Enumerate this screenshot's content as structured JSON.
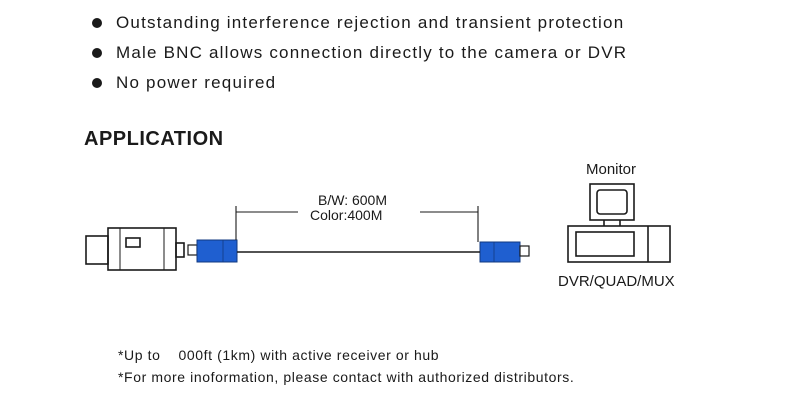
{
  "features": [
    "Outstanding interference rejection and transient protection",
    "Male BNC allows connection directly to the camera or DVR",
    "No power required"
  ],
  "application": {
    "heading": "APPLICATION",
    "cable_spec": {
      "bw": "B/W: 600M",
      "color": "Color:400M"
    },
    "monitor_label": "Monitor",
    "dvr_label": "DVR/QUAD/MUX",
    "connector_color": "#1f5fd0"
  },
  "notes": [
    "*Up to    000ft (1km) with active receiver or hub",
    "*For more inoformation, please contact with authorized distributors."
  ]
}
